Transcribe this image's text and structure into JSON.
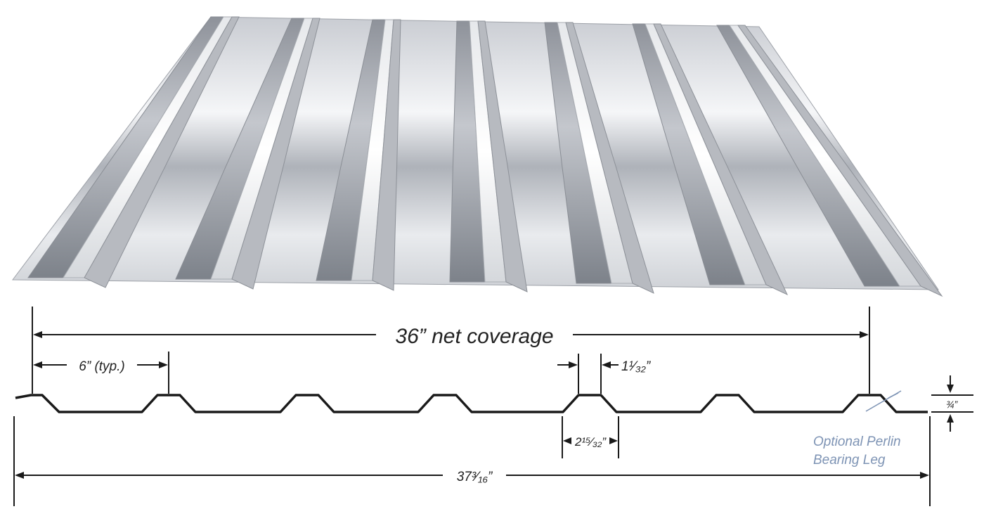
{
  "diagram": {
    "dimensions": {
      "net_coverage": "36” net coverage",
      "rib_spacing": "6” (typ.)",
      "rib_top_width": "1¹⁄₃₂”",
      "rib_base_width": "2¹⁵⁄₃₂”",
      "overall_width": "37³⁄₁₆”",
      "rib_height": "¾”"
    },
    "callout": {
      "line1": "Optional Perlin",
      "line2": "Bearing Leg"
    },
    "colors": {
      "line": "#1a1a1a",
      "callout": "#7d93b4",
      "panel_light": "#f4f5f7",
      "panel_dark": "#9a9ea6"
    }
  }
}
